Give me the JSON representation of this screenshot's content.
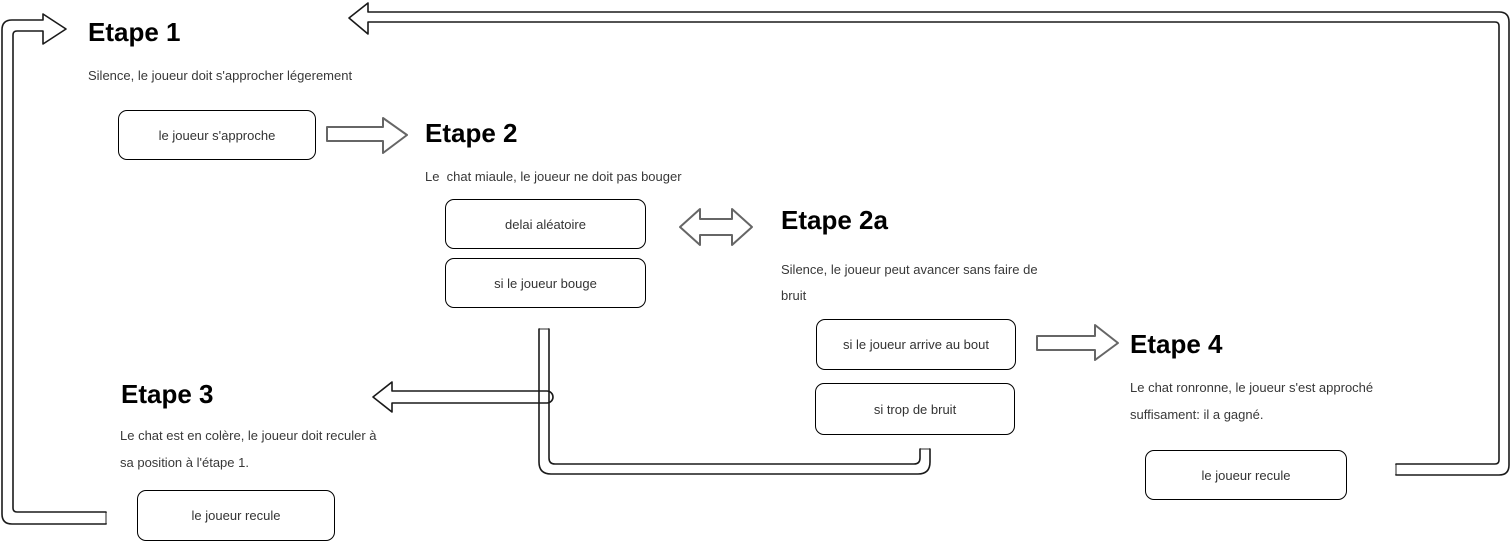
{
  "diagram": {
    "title_hint": "Flowchart of game steps (player approaching a cat)",
    "colors": {
      "background": "#ffffff",
      "box_border": "#000000",
      "loop_connector": "#1a1a1a",
      "block_arrow": "#666666",
      "heading_text": "#000000",
      "body_text": "#383838"
    },
    "steps": [
      {
        "title": "Etape 1",
        "lines": [
          "Silence, le joueur doit s'approcher légerement"
        ]
      },
      {
        "title": "Etape 2",
        "lines": [
          "Le  chat miaule, le joueur ne doit pas bouger"
        ]
      },
      {
        "title": "Etape 2a",
        "lines": [
          "Silence, le joueur peut avancer sans faire de",
          "bruit"
        ]
      },
      {
        "title": "Etape 3",
        "lines": [
          "Le chat est en colère, le joueur doit reculer à",
          "sa position à l'étape 1."
        ]
      },
      {
        "title": "Etape 4",
        "lines": [
          "Le chat ronronne, le joueur s'est approché",
          "suffisament: il a gagné."
        ]
      }
    ],
    "boxes": [
      {
        "label": "le joueur s'approche"
      },
      {
        "label": "delai aléatoire"
      },
      {
        "label": "si le joueur bouge"
      },
      {
        "label": "si le joueur arrive au bout"
      },
      {
        "label": "si trop de bruit"
      },
      {
        "label": "le joueur recule"
      },
      {
        "label": "le joueur recule"
      }
    ]
  }
}
